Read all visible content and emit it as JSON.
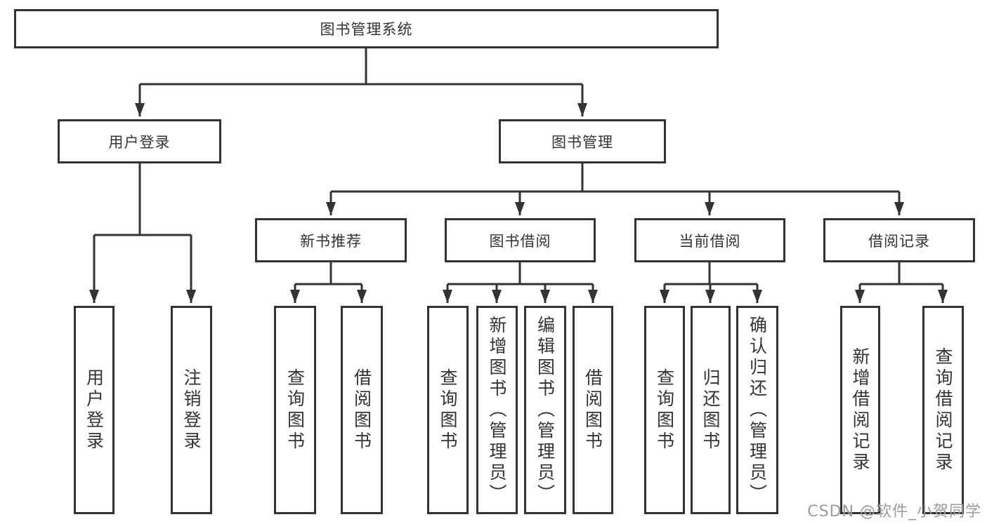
{
  "diagram": {
    "type": "hierarchy-diagram",
    "root": {
      "label": "图书管理系统",
      "children": [
        {
          "label": "用户登录",
          "children": [
            {
              "label": "用户登录"
            },
            {
              "label": "注销登录"
            }
          ]
        },
        {
          "label": "图书管理",
          "children": [
            {
              "label": "新书推荐",
              "children": [
                {
                  "label": "查询图书"
                },
                {
                  "label": "借阅图书"
                }
              ]
            },
            {
              "label": "图书借阅",
              "children": [
                {
                  "label": "查询图书"
                },
                {
                  "label": "新增图书（管理员）"
                },
                {
                  "label": "编辑图书（管理员）"
                },
                {
                  "label": "借阅图书"
                }
              ]
            },
            {
              "label": "当前借阅",
              "children": [
                {
                  "label": "查询图书"
                },
                {
                  "label": "归还图书"
                },
                {
                  "label": "确认归还（管理员）"
                }
              ]
            },
            {
              "label": "借阅记录",
              "children": [
                {
                  "label": "新增借阅记录"
                },
                {
                  "label": "查询借阅记录"
                }
              ]
            }
          ]
        }
      ]
    }
  },
  "watermark": "CSDN @软件_小贺同学",
  "colors": {
    "line": "#333333",
    "text": "#333333",
    "box_background": "#ffffff",
    "page_background": "#ffffff",
    "watermark": "#9b9b9e"
  }
}
